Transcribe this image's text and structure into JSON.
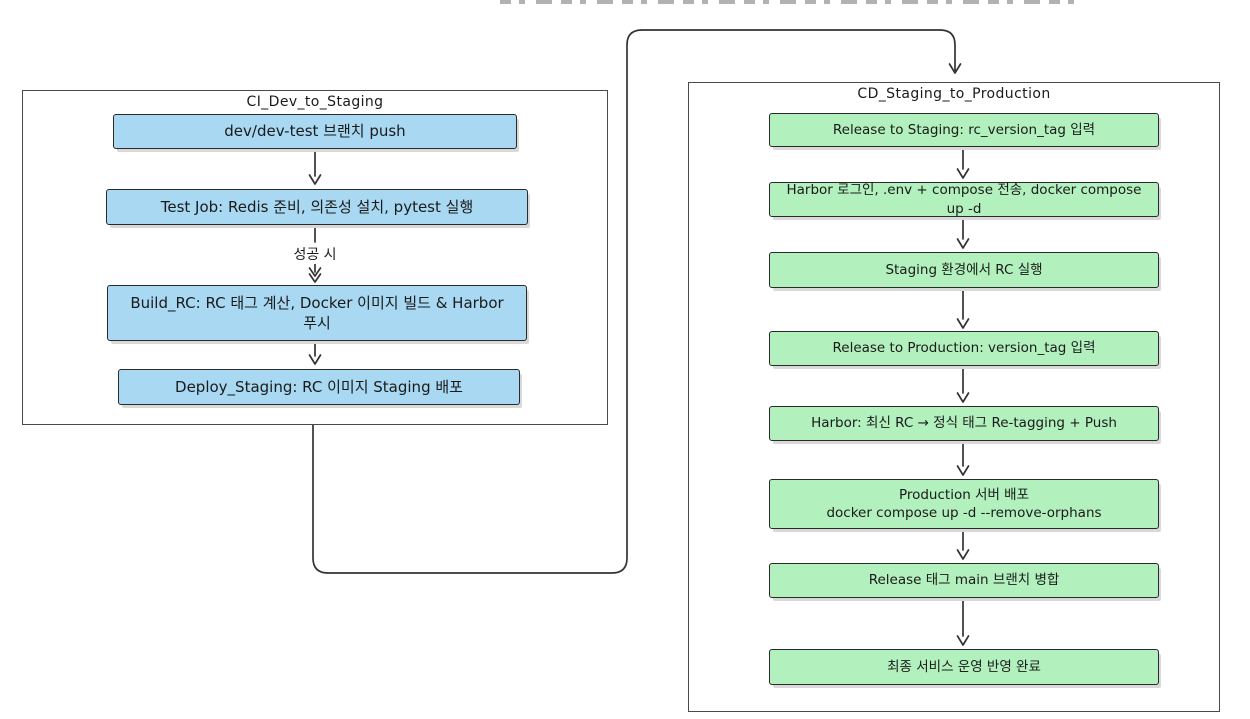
{
  "colors": {
    "node_blue": "#a8d8f2",
    "node_green": "#b2f0bd",
    "node_border": "#2a2a2a",
    "container_border": "#4a4a4a",
    "line": "#333333",
    "clip_gray": "#a5a5a5",
    "text": "#1b1b1b"
  },
  "diagram": {
    "left": {
      "title": "CI_Dev_to_Staging",
      "edge_label": "성공 시",
      "nodes": [
        "dev/dev-test 브랜치 push",
        "Test Job: Redis 준비, 의존성 설치, pytest 실행",
        "Build_RC: RC 태그 계산, Docker 이미지 빌드 & Harbor\n푸시",
        "Deploy_Staging: RC 이미지 Staging 배포"
      ]
    },
    "right": {
      "title": "CD_Staging_to_Production",
      "nodes": [
        "Release to Staging: rc_version_tag 입력",
        "Harbor 로그인, .env + compose 전송, docker compose up -d",
        "Staging 환경에서 RC 실행",
        "Release to Production: version_tag 입력",
        "Harbor: 최신 RC → 정식 태그 Re-tagging + Push",
        "Production 서버 배포\ndocker compose up -d --remove-orphans",
        "Release 태그 main 브랜치 병합",
        "최종 서비스 운영 반영 완료"
      ]
    }
  }
}
